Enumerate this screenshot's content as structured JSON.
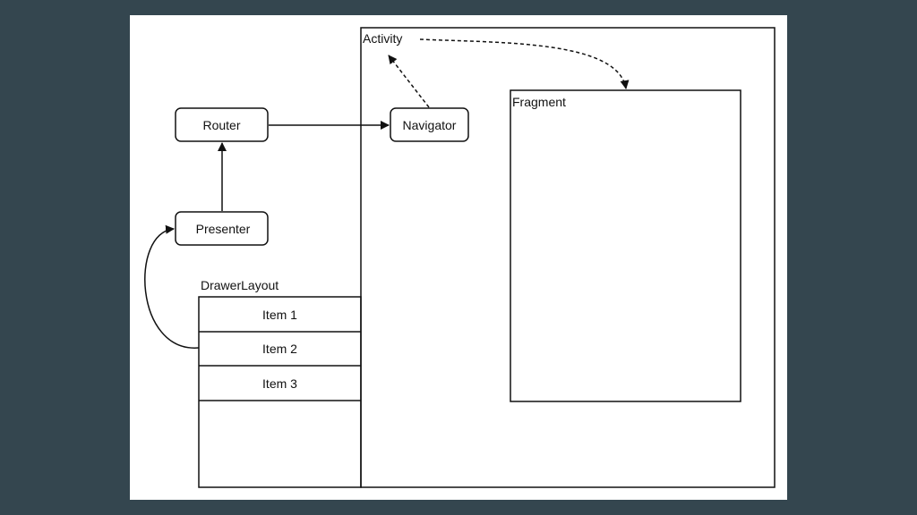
{
  "activity": {
    "label": "Activity"
  },
  "fragment": {
    "label": "Fragment"
  },
  "router": {
    "label": "Router"
  },
  "navigator": {
    "label": "Navigator"
  },
  "presenter": {
    "label": "Presenter"
  },
  "drawer": {
    "label": "DrawerLayout",
    "items": [
      "Item 1",
      "Item 2",
      "Item 3"
    ]
  },
  "colors": {
    "background": "#34464f",
    "canvas": "#ffffff",
    "stroke": "#111111"
  }
}
